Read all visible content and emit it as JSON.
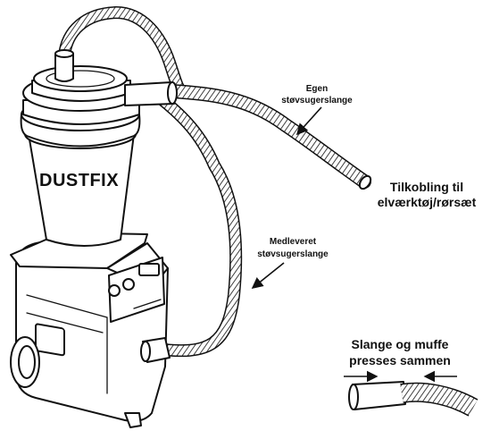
{
  "product": {
    "brand": "DUSTFIX"
  },
  "labels": {
    "own_hose": [
      "Egen",
      "støvsugerslange"
    ],
    "connection": [
      "Tilkobling til",
      "elværktøj/rørsæt"
    ],
    "supplied_hose": [
      "Medleveret",
      "støvsugerslange"
    ],
    "press_together": [
      "Slange og muffe",
      "presses sammen"
    ]
  },
  "colors": {
    "ink": "#111111",
    "paper": "#ffffff"
  }
}
